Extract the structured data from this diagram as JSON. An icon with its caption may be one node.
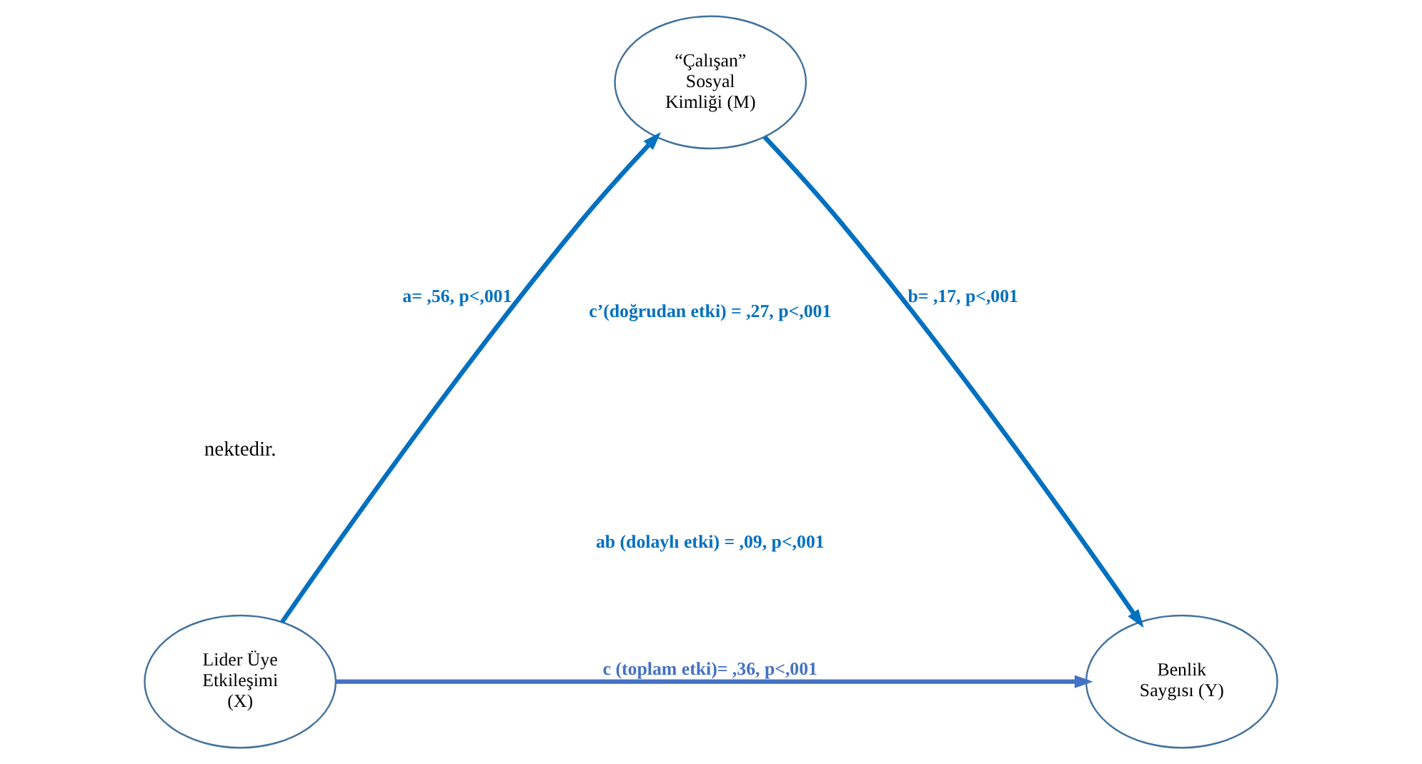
{
  "diagram": {
    "nodes": [
      {
        "text": [
          "Lider Üye Etkileşimi (X)"
        ]
      },
      {
        "text": [
          "“Çalışan” Sosyal Kimliği (M)"
        ]
      },
      {
        "text": [
          "Benlik Saygısı (Y)"
        ]
      }
    ],
    "edges": [
      {
        "from": 0,
        "to": 1,
        "arrow": "to",
        "label": "a= ,56, p<,001"
      },
      {
        "from": 1,
        "to": 2,
        "arrow": "to",
        "label": "b= ,17, p<,001"
      },
      {
        "from": 0,
        "to": 2,
        "arrow": "to",
        "label": "c (toplam etki)= ,36, p<,001",
        "color": "#4472c4"
      }
    ],
    "labels": [
      "nektedir.",
      "c’(doğrudan etki) = ,27, p<,001",
      "ab (dolaylı etki) = ,09, p<,001"
    ]
  }
}
